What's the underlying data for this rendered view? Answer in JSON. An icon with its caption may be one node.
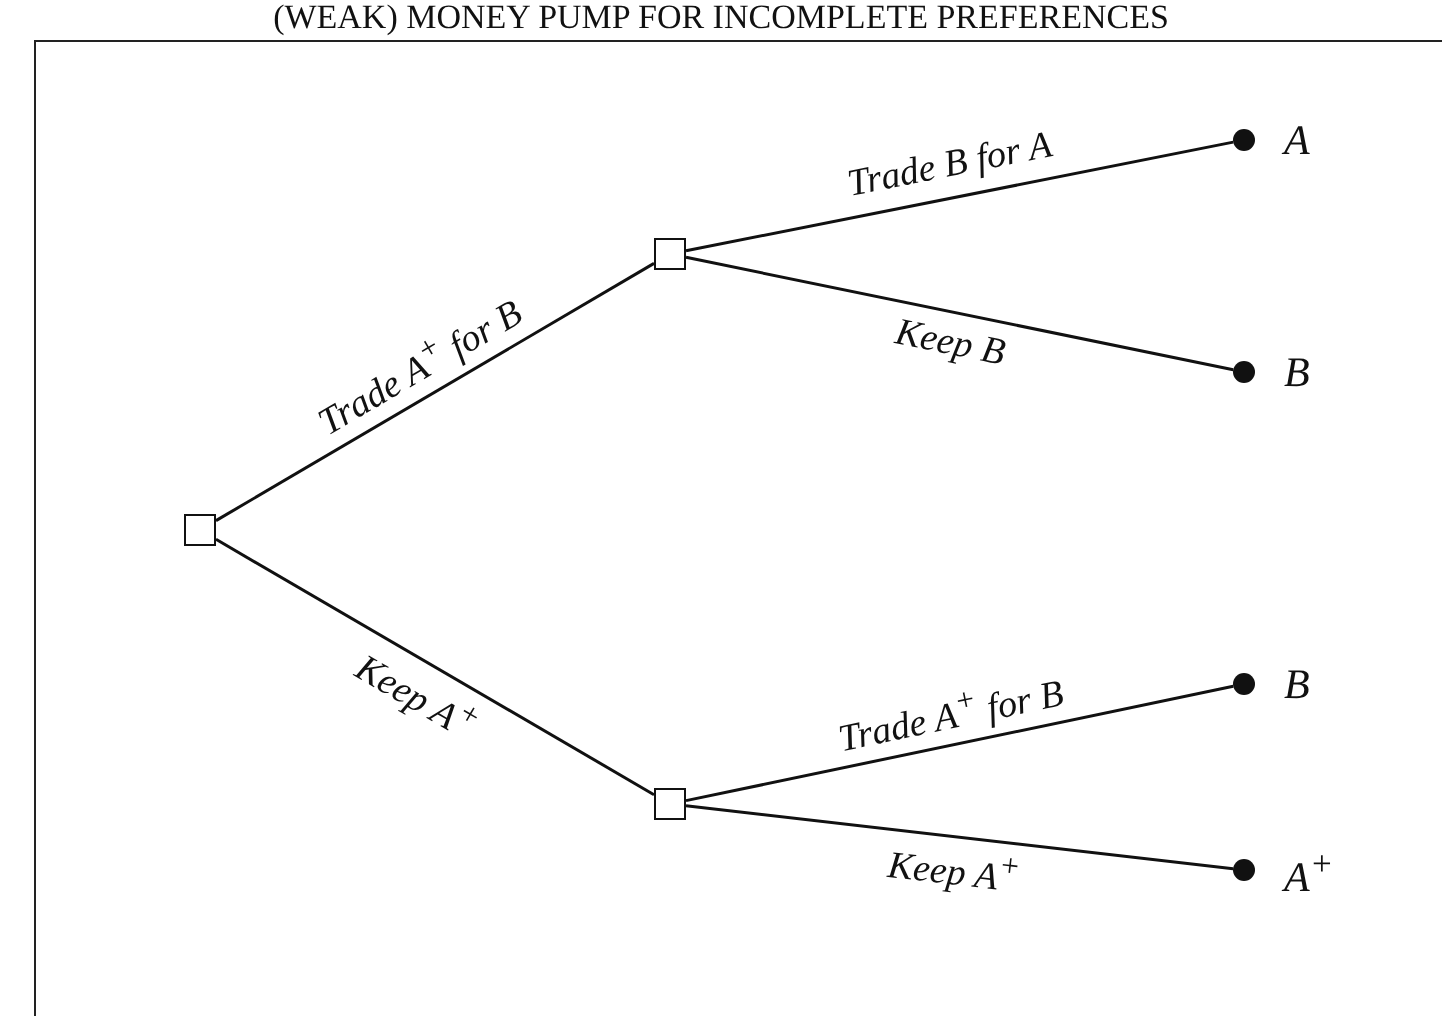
{
  "diagram": {
    "title": "(WEAK) MONEY PUMP FOR INCOMPLETE PREFERENCES",
    "nodes": [
      {
        "text": [],
        "shape": "box"
      },
      {
        "text": [],
        "shape": "box"
      },
      {
        "text": [],
        "shape": "box"
      },
      {
        "text": [],
        "shape": "circle",
        "beside": [
          "A"
        ]
      },
      {
        "text": [],
        "shape": "circle",
        "beside": [
          "B"
        ]
      },
      {
        "text": [],
        "shape": "circle",
        "beside": [
          "B"
        ]
      },
      {
        "text": [],
        "shape": "circle",
        "beside": [
          "A$^{+}$"
        ]
      }
    ],
    "edges": [
      {
        "from": 0,
        "to": 1,
        "arrow": "none",
        "label": "Trade A$^{+}$ for B"
      },
      {
        "from": 0,
        "to": 2,
        "arrow": "none",
        "label": "Keep A$^{+}$"
      },
      {
        "from": 1,
        "to": 3,
        "arrow": "none",
        "label": "Trade B for A"
      },
      {
        "from": 1,
        "to": 4,
        "arrow": "none",
        "label": "Keep B"
      },
      {
        "from": 2,
        "to": 5,
        "arrow": "none",
        "label": "Trade A$^{+}$ for B"
      },
      {
        "from": 2,
        "to": 6,
        "arrow": "none",
        "label": "Keep A$^{+}$"
      }
    ]
  }
}
